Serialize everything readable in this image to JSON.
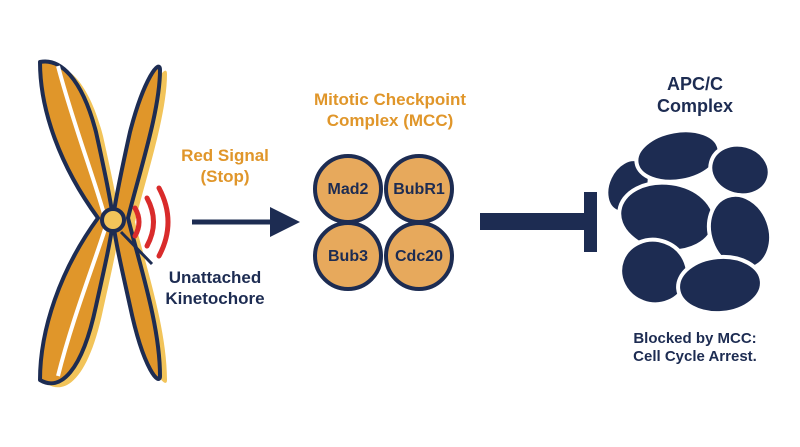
{
  "colors": {
    "chromosome": "#e0962a",
    "chromosome_shadow": "#f2c45a",
    "outline": "#1d2c52",
    "signal": "#d92b2b",
    "mcc_fill": "#e7a95c",
    "apc_fill": "#1d2c52"
  },
  "signal": {
    "line1": "Red Signal",
    "line2": "(Stop)"
  },
  "kinetochore": {
    "line1": "Unattached",
    "line2": "Kinetochore"
  },
  "mcc": {
    "title_line1": "Mitotic Checkpoint",
    "title_line2": "Complex (MCC)",
    "proteins": [
      "Mad2",
      "BubR1",
      "Bub3",
      "Cdc20"
    ]
  },
  "apc": {
    "title_line1": "APC/C",
    "title_line2": "Complex",
    "caption_line1": "Blocked by MCC:",
    "caption_line2": "Cell Cycle Arrest."
  }
}
